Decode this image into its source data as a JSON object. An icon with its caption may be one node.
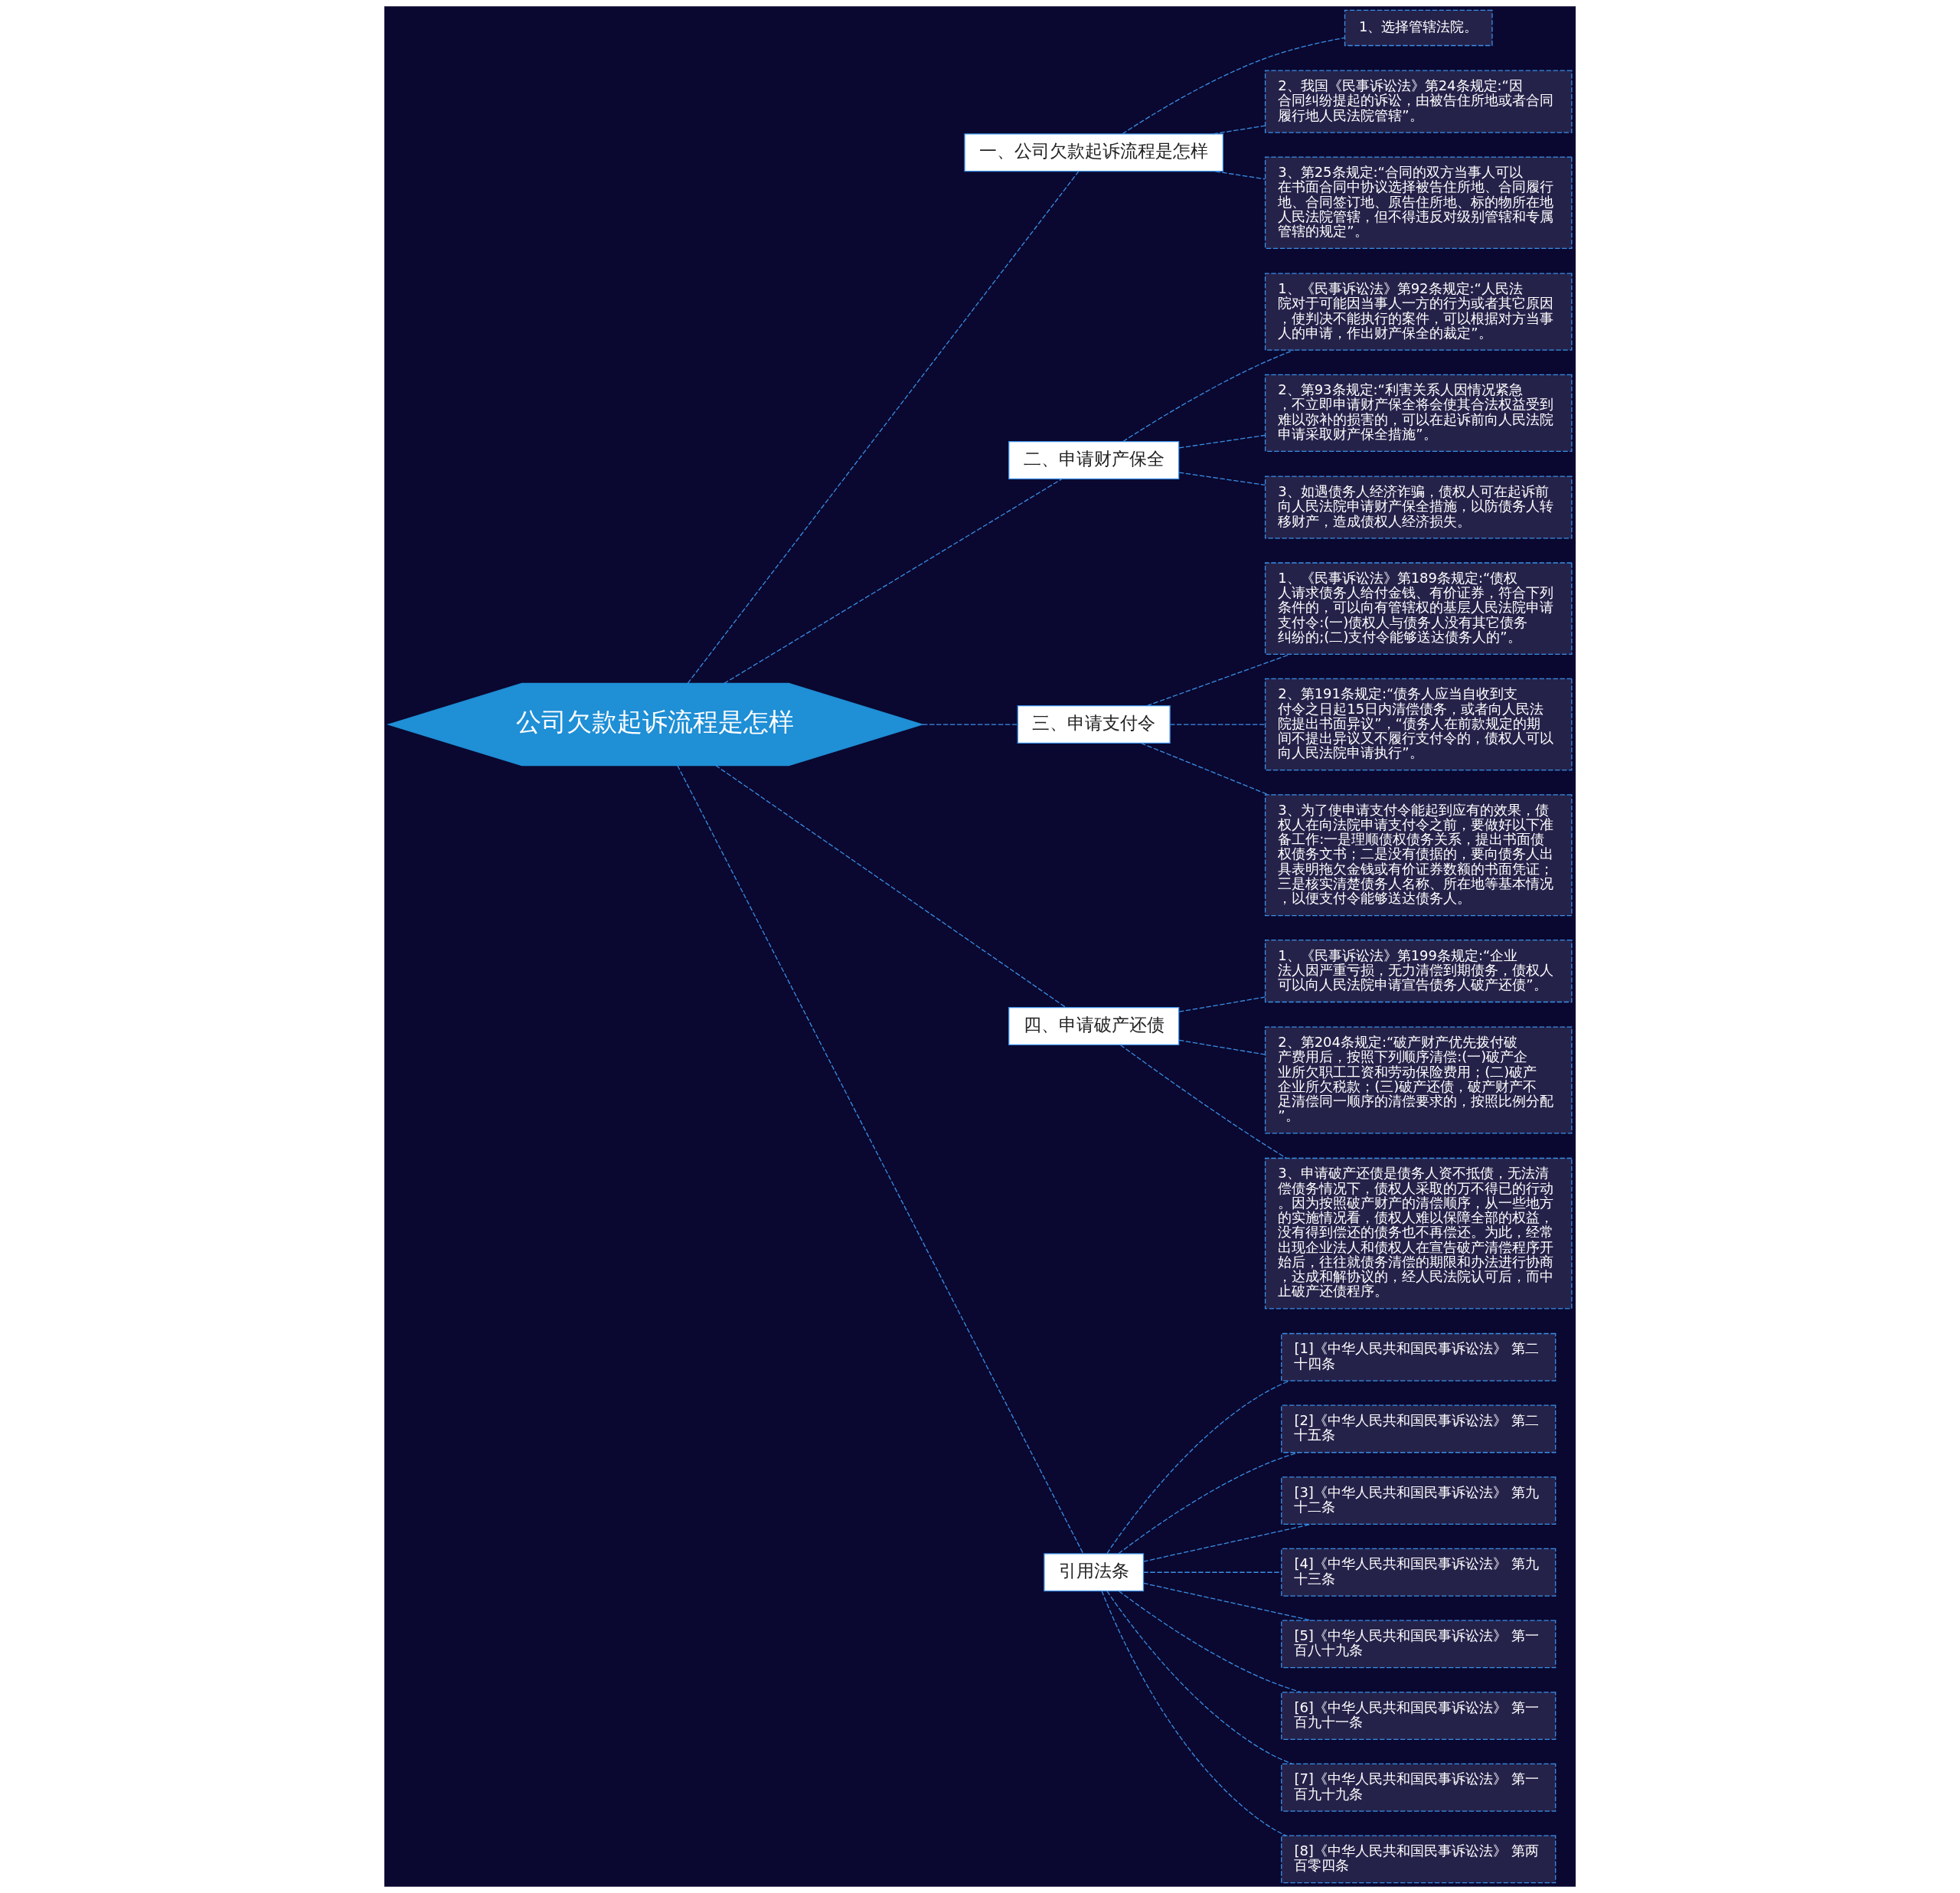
{
  "diagram": {
    "nodes": [
      {
        "text": [
          "公司欠款起诉流程是怎样"
        ]
      },
      {
        "text": [
          "一、公司欠款起诉流程是怎样"
        ]
      },
      {
        "text": [
          "1、选择管辖法院。"
        ]
      },
      {
        "text": [
          "2、我国《民事诉讼法》第24条规定:“因合同纠纷提起的诉讼，由被告住所地或者合同履行地人民法院管辖”。"
        ]
      },
      {
        "text": [
          "3、第25条规定:“合同的双方当事人可以在书面合同中协议选择被告住所地、合同履行地、合同签订地、原告住所地、标的物所在地人民法院管辖，但不得违反对级别管辖和专属管辖的规定”。"
        ]
      },
      {
        "text": [
          "二、申请财产保全"
        ]
      },
      {
        "text": [
          "1、《民事诉讼法》第92条规定:“人民法院对于可能因当事人一方的行为或者其它原因，使判决不能执行的案件，可以根据对方当事人的申请，作出财产保全的裁定”。"
        ]
      },
      {
        "text": [
          "2、第93条规定:“利害关系人因情况紧急，不立即申请财产保全将会使其合法权益受到难以弥补的损害的，可以在起诉前向人民法院申请采取财产保全措施”。"
        ]
      },
      {
        "text": [
          "3、如遇债务人经济诈骗，债权人可在起诉前向人民法院申请财产保全措施，以防债务人转移财产，造成债权人经济损失。"
        ]
      },
      {
        "text": [
          "三、申请支付令"
        ]
      },
      {
        "text": [
          "1、《民事诉讼法》第189条规定:“债权人请求债务人给付金钱、有价证券，符合下列条件的，可以向有管辖权的基层人民法院申请支付令:(一)债权人与债务人没有其它债务纠纷的;(二)支付令能够送达债务人的”。"
        ]
      },
      {
        "text": [
          "2、第191条规定:“债务人应当自收到支付令之日起15日内清偿债务，或者向人民法院提出书面异议”，“债务人在前款规定的期间不提出异议又不履行支付令的，债权人可以向人民法院申请执行”。"
        ]
      },
      {
        "text": [
          "3、为了使申请支付令能起到应有的效果，债权人在向法院申请支付令之前，要做好以下准备工作:一是理顺债权债务关系，提出书面债权债务文书；二是没有债据的，要向债务人出具表明拖欠金钱或有价证券数额的书面凭证；三是核实清楚债务人名称、所在地等基本情况，以便支付令能够送达债务人。"
        ]
      },
      {
        "text": [
          "四、申请破产还债"
        ]
      },
      {
        "text": [
          "1、《民事诉讼法》第199条规定:“企业法人因严重亏损，无力清偿到期债务，债权人可以向人民法院申请宣告债务人破产还债”。"
        ]
      },
      {
        "text": [
          "2、第204条规定:“破产财产优先拨付破产费用后，按照下列顺序清偿:(一)破产企业所欠职工工资和劳动保险费用；(二)破产企业所欠税款；(三)破产还债，破产财产不足清偿同一顺序的清偿要求的，按照比例分配”。"
        ]
      },
      {
        "text": [
          "3、申请破产还债是债务人资不抵债，无法清偿债务情况下，债权人采取的万不得已的行动。因为按照破产财产的清偿顺序，从一些地方的实施情况看，债权人难以保障全部的权益，没有得到偿还的债务也不再偿还。为此，经常出现企业法人和债权人在宣告破产清偿程序开始后，往往就债务清偿的期限和办法进行协商，达成和解协议的，经人民法院认可后，而中止破产还债程序。"
        ]
      },
      {
        "text": [
          "引用法条"
        ]
      },
      {
        "text": [
          "[1]《中华人民共和国民事诉讼法》 第二十四条"
        ]
      },
      {
        "text": [
          "[2]《中华人民共和国民事诉讼法》 第二十五条"
        ]
      },
      {
        "text": [
          "[3]《中华人民共和国民事诉讼法》 第九十二条"
        ]
      },
      {
        "text": [
          "[4]《中华人民共和国民事诉讼法》 第九十三条"
        ]
      },
      {
        "text": [
          "[5]《中华人民共和国民事诉讼法》 第一百八十九条"
        ]
      },
      {
        "text": [
          "[6]《中华人民共和国民事诉讼法》 第一百九十一条"
        ]
      },
      {
        "text": [
          "[7]《中华人民共和国民事诉讼法》 第一百九十九条"
        ]
      },
      {
        "text": [
          "[8]《中华人民共和国民事诉讼法》 第两百零四条"
        ]
      }
    ],
    "edges": [
      {
        "from": 0,
        "to": 1,
        "arrow": "none",
        "style": "dashed"
      },
      {
        "from": 1,
        "to": 2,
        "arrow": "none",
        "style": "dashed"
      },
      {
        "from": 1,
        "to": 3,
        "arrow": "none",
        "style": "dashed"
      },
      {
        "from": 1,
        "to": 4,
        "arrow": "none",
        "style": "dashed"
      },
      {
        "from": 0,
        "to": 5,
        "arrow": "none",
        "style": "dashed"
      },
      {
        "from": 5,
        "to": 6,
        "arrow": "none",
        "style": "dashed"
      },
      {
        "from": 5,
        "to": 7,
        "arrow": "none",
        "style": "dashed"
      },
      {
        "from": 5,
        "to": 8,
        "arrow": "none",
        "style": "dashed"
      },
      {
        "from": 0,
        "to": 9,
        "arrow": "none",
        "style": "dashed"
      },
      {
        "from": 9,
        "to": 10,
        "arrow": "none",
        "style": "dashed"
      },
      {
        "from": 9,
        "to": 11,
        "arrow": "none",
        "style": "dashed"
      },
      {
        "from": 9,
        "to": 12,
        "arrow": "none",
        "style": "dashed"
      },
      {
        "from": 0,
        "to": 13,
        "arrow": "none",
        "style": "dashed"
      },
      {
        "from": 13,
        "to": 14,
        "arrow": "none",
        "style": "dashed"
      },
      {
        "from": 13,
        "to": 15,
        "arrow": "none",
        "style": "dashed"
      },
      {
        "from": 13,
        "to": 16,
        "arrow": "none",
        "style": "dashed"
      },
      {
        "from": 0,
        "to": 17,
        "arrow": "none",
        "style": "dashed"
      },
      {
        "from": 17,
        "to": 18,
        "arrow": "none",
        "style": "dashed"
      },
      {
        "from": 17,
        "to": 19,
        "arrow": "none",
        "style": "dashed"
      },
      {
        "from": 17,
        "to": 20,
        "arrow": "none",
        "style": "dashed"
      },
      {
        "from": 17,
        "to": 21,
        "arrow": "none",
        "style": "dashed"
      },
      {
        "from": 17,
        "to": 22,
        "arrow": "none",
        "style": "dashed"
      },
      {
        "from": 17,
        "to": 23,
        "arrow": "none",
        "style": "dashed"
      },
      {
        "from": 17,
        "to": 24,
        "arrow": "none",
        "style": "dashed"
      },
      {
        "from": 17,
        "to": 25,
        "arrow": "none",
        "style": "dashed"
      }
    ]
  }
}
